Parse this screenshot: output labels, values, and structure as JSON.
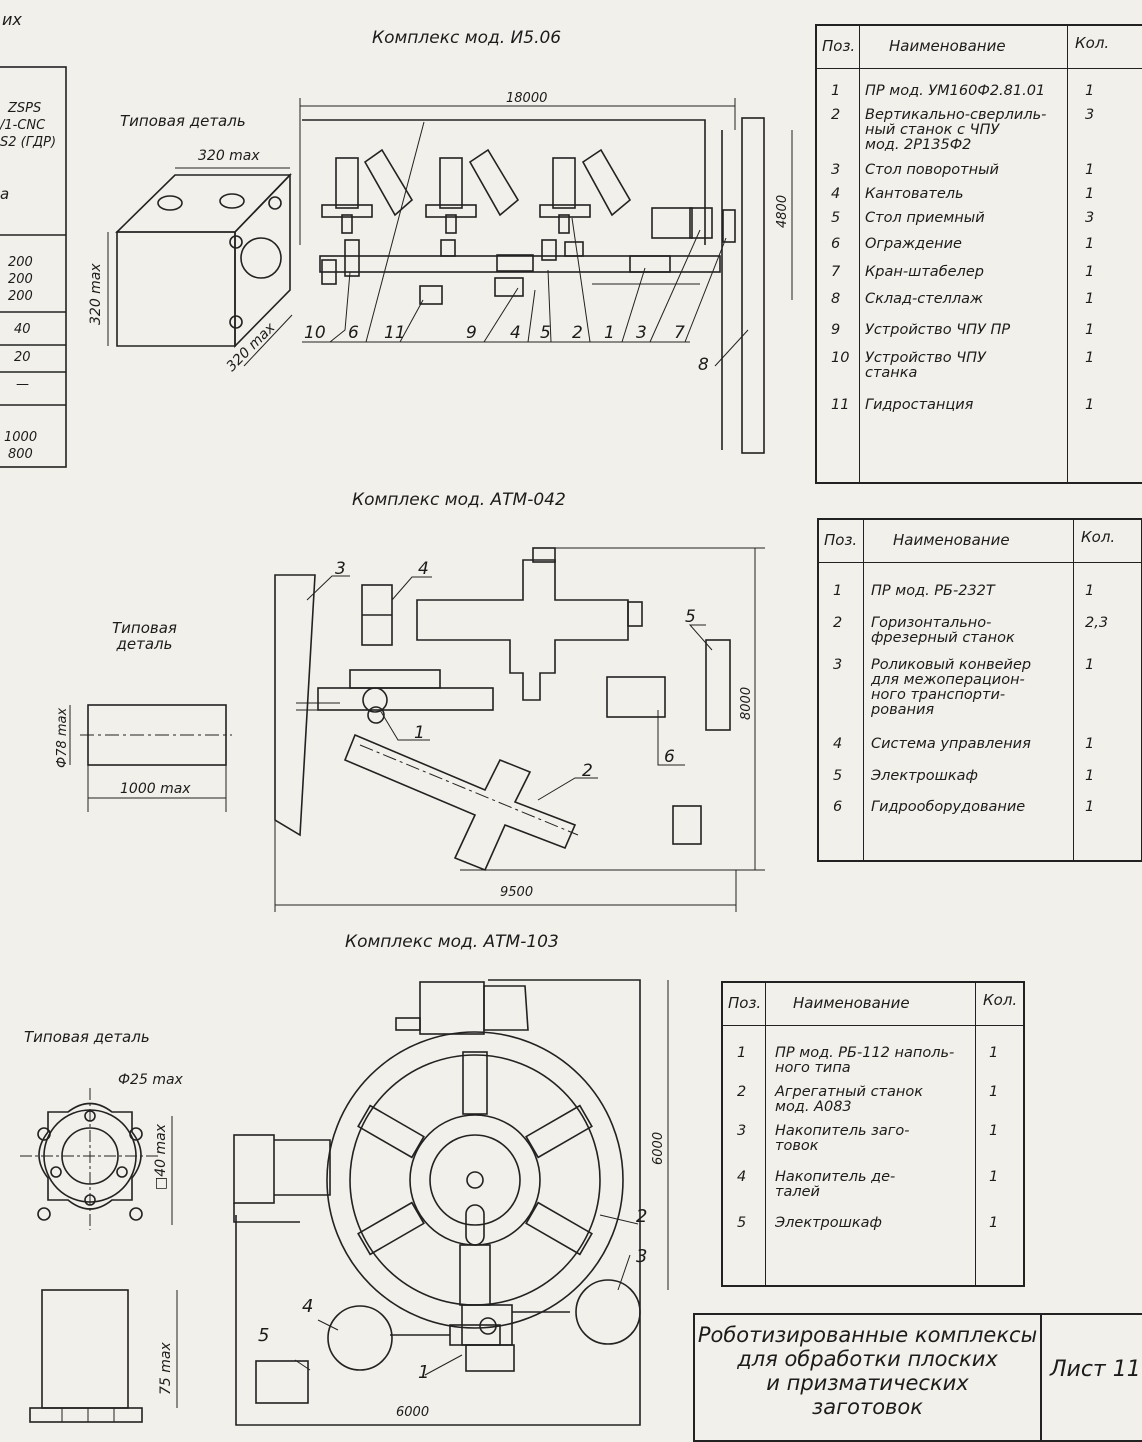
{
  "corner_text": "их",
  "left_column": {
    "lines": [
      "ZSPS",
      "/1-CNC",
      "S2 (ГДР)",
      "а",
      "200",
      "200",
      "200",
      "40",
      "20",
      "—",
      "1000",
      "800"
    ]
  },
  "complex1": {
    "title": "Комплекс мод. И5.06",
    "part_label": "Типовая деталь",
    "dims": {
      "width": "320 max",
      "height": "320 max",
      "depth": "320 max",
      "length": "18000",
      "span": "4800"
    },
    "callouts": [
      "10",
      "6",
      "11",
      "9",
      "4",
      "5",
      "2",
      "1",
      "3",
      "7",
      "8"
    ],
    "table": {
      "headers": {
        "pos": "Поз.",
        "name": "Наименование",
        "qty": "Кол."
      },
      "rows": [
        {
          "pos": "1",
          "name": [
            "ПР мод. УМ160Ф2.81.01"
          ],
          "qty": "1"
        },
        {
          "pos": "2",
          "name": [
            "Вертикально-сверлиль-",
            "ный станок с ЧПУ",
            "мод. 2Р135Ф2"
          ],
          "qty": "3"
        },
        {
          "pos": "3",
          "name": [
            "Стол поворотный"
          ],
          "qty": "1"
        },
        {
          "pos": "4",
          "name": [
            "Кантователь"
          ],
          "qty": "1"
        },
        {
          "pos": "5",
          "name": [
            "Стол приемный"
          ],
          "qty": "3"
        },
        {
          "pos": "6",
          "name": [
            "Ограждение"
          ],
          "qty": "1"
        },
        {
          "pos": "7",
          "name": [
            "Кран-штабелер"
          ],
          "qty": "1"
        },
        {
          "pos": "8",
          "name": [
            "Склад-стеллаж"
          ],
          "qty": "1"
        },
        {
          "pos": "9",
          "name": [
            "Устройство ЧПУ ПР"
          ],
          "qty": "1"
        },
        {
          "pos": "10",
          "name": [
            "Устройство ЧПУ",
            "станка"
          ],
          "qty": "1"
        },
        {
          "pos": "11",
          "name": [
            "Гидростанция"
          ],
          "qty": "1"
        }
      ]
    }
  },
  "complex2": {
    "title": "Комплекс мод. АТМ-042",
    "part_label": [
      "Типовая",
      "деталь"
    ],
    "dims": {
      "diameter": "Ф78 max",
      "length": "1000 max",
      "width": "9500",
      "height": "8000"
    },
    "callouts": [
      "1",
      "2",
      "3",
      "4",
      "5",
      "6"
    ],
    "table": {
      "headers": {
        "pos": "Поз.",
        "name": "Наименование",
        "qty": "Кол."
      },
      "rows": [
        {
          "pos": "1",
          "name": [
            "ПР мод. РБ-232Т"
          ],
          "qty": "1"
        },
        {
          "pos": "2",
          "name": [
            "Горизонтально-",
            "фрезерный станок"
          ],
          "qty": "2,3"
        },
        {
          "pos": "3",
          "name": [
            "Роликовый конвейер",
            "для межоперацион-",
            "ного транспорти-",
            "рования"
          ],
          "qty": "1"
        },
        {
          "pos": "4",
          "name": [
            "Система управления"
          ],
          "qty": "1"
        },
        {
          "pos": "5",
          "name": [
            "Электрошкаф"
          ],
          "qty": "1"
        },
        {
          "pos": "6",
          "name": [
            "Гидрооборудование"
          ],
          "qty": "1"
        }
      ]
    }
  },
  "complex3": {
    "title": "Комплекс мод. АТМ-103",
    "part_label": "Типовая деталь",
    "dims": {
      "diameter": "Ф25 max",
      "square": "□40 max",
      "height": "75 max",
      "width": "6000",
      "depth": "6000"
    },
    "callouts": [
      "1",
      "2",
      "3",
      "4",
      "5"
    ],
    "table": {
      "headers": {
        "pos": "Поз.",
        "name": "Наименование",
        "qty": "Кол."
      },
      "rows": [
        {
          "pos": "1",
          "name": [
            "ПР мод. РБ-112 наполь-",
            "ного типа"
          ],
          "qty": "1"
        },
        {
          "pos": "2",
          "name": [
            "Агрегатный станок",
            "мод. А083"
          ],
          "qty": "1"
        },
        {
          "pos": "3",
          "name": [
            "Накопитель заго-",
            "товок"
          ],
          "qty": "1"
        },
        {
          "pos": "4",
          "name": [
            "Накопитель де-",
            "талей"
          ],
          "qty": "1"
        },
        {
          "pos": "5",
          "name": [
            "Электрошкаф"
          ],
          "qty": "1"
        }
      ]
    }
  },
  "title_block": {
    "lines": [
      "Роботизированные комплексы",
      "для обработки плоских",
      "и призматических",
      "заготовок"
    ],
    "sheet": "Лист 11"
  }
}
